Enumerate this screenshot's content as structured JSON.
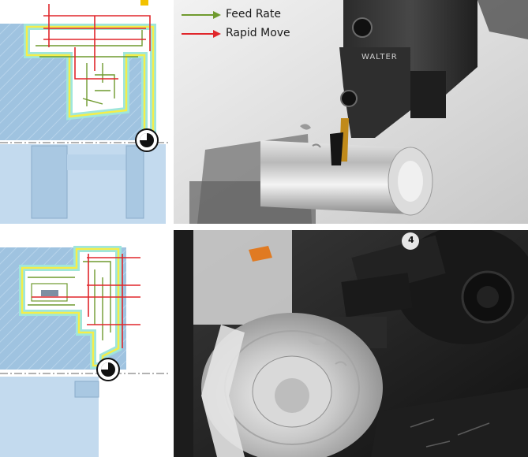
{
  "legend": {
    "feed_label": "Feed Rate",
    "rapid_label": "Rapid Move",
    "feed_color": "#6f9a2e",
    "rapid_color": "#e0262b"
  },
  "photo_top": {
    "brand_text": "WALTER"
  },
  "photo_bottom": {
    "turret_number": "4"
  },
  "colors": {
    "workpiece_blue": "#9fc3e0",
    "chuck_blue": "#c3daee",
    "toolpath_yellow": "#f4ee4a",
    "clearance_cyan": "#9fe6dc"
  }
}
